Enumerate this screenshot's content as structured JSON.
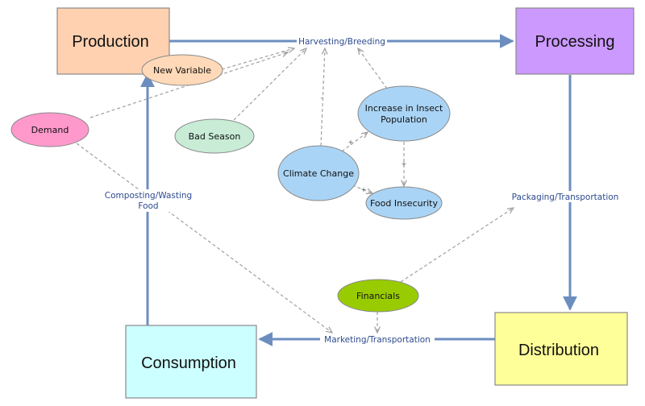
{
  "colors": {
    "main_arrow": "#6c8ebf",
    "dashed_arrow": "#a0a0a0",
    "edge_label": "#2d4b8e",
    "production": "#ffd1b0",
    "processing": "#cc99ff",
    "distribution": "#ffff99",
    "consumption": "#ccffff",
    "new_variable": "#ffd9b8",
    "demand": "#ff99cc",
    "bad_season": "#c8ecd6",
    "climate": "#aad4f5",
    "financials": "#99cc00"
  },
  "stages": {
    "production": "Production",
    "processing": "Processing",
    "distribution": "Distribution",
    "consumption": "Consumption"
  },
  "edge_labels": {
    "harvesting": "Harvesting/Breeding",
    "packaging": "Packaging/Transportation",
    "marketing": "Marketing/Transportation",
    "composting_line1": "Composting/Wasting",
    "composting_line2": "Food"
  },
  "factors": {
    "new_variable": "New Variable",
    "demand": "Demand",
    "bad_season": "Bad Season",
    "climate_change": "Climate Change",
    "insect_line1": "Increase in Insect",
    "insect_line2": "Population",
    "food_insecurity": "Food Insecurity",
    "financials": "Financials"
  },
  "signs": {
    "climate_to_insect_sign": "+",
    "climate_to_food_sign": "+",
    "insect_to_food_sign": "+",
    "climate_to_harvest_sign": "-"
  }
}
